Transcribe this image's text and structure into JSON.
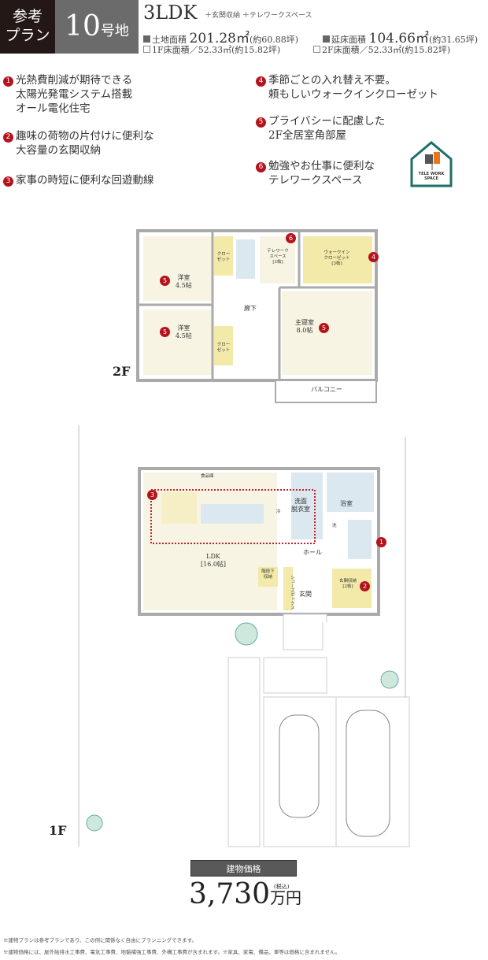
{
  "header": {
    "badge_line1": "参考",
    "badge_line2": "プラン",
    "lot_number": "10",
    "lot_suffix": "号地",
    "layout": "3LDK",
    "options": "＋玄関収納 ＋テレワークスペース",
    "land_area_label": "土地面積",
    "land_area": "201.28㎡",
    "land_area_tsubo": "(約60.88坪)",
    "total_floor_label": "延床面積",
    "total_floor": "104.66㎡",
    "total_floor_tsubo": "(約31.65坪)",
    "floor1": "1F床面積／52.33㎡(約15.82坪)",
    "floor2": "2F床面積／52.33㎡(約15.82坪)"
  },
  "features": [
    {
      "num": "1",
      "lines": [
        "光熱費削減が期待できる",
        "太陽光発電システム搭載",
        "オール電化住宅"
      ]
    },
    {
      "num": "2",
      "lines": [
        "趣味の荷物の片付けに便利な",
        "大容量の玄関収納"
      ]
    },
    {
      "num": "3",
      "lines": [
        "家事の時短に便利な回遊動線"
      ]
    },
    {
      "num": "4",
      "lines": [
        "季節ごとの入れ替え不要。",
        "頼もしいウォークインクローゼット"
      ]
    },
    {
      "num": "5",
      "lines": [
        "プライバシーに配慮した",
        "2F全居室角部屋"
      ]
    },
    {
      "num": "6",
      "lines": [
        "勉強やお仕事に便利な",
        "テレワークスペース"
      ]
    }
  ],
  "telework_icon": {
    "line1": "TELE WORK",
    "line2": "SPACE"
  },
  "floor2": {
    "label": "2F",
    "rooms": {
      "western1": "洋室\n4.5帖",
      "western2": "洋室\n4.5帖",
      "closet1": "クロー\nゼット",
      "closet2": "クロー\nゼット",
      "telework": "テレワーク\nスペース\n[2帖]",
      "wic": "ウォークイン\nクローゼット\n[3帖]",
      "hall": "廊下",
      "master": "主寝室\n8.0帖",
      "balcony": "バルコニー"
    }
  },
  "floor1": {
    "label": "1F",
    "rooms": {
      "ldk": "LDK\n[16.0帖]",
      "washroom": "洗面\n脱衣室",
      "bath": "浴室",
      "hall": "ホール",
      "entrance": "玄関",
      "entrance_storage": "玄関収納\n[2帖]",
      "under_stairs": "階段下\n収納",
      "pantry": "食品庫",
      "shoe": "シューズボックス",
      "wash": "洗",
      "fridge": "冷"
    }
  },
  "price": {
    "label": "建物価格",
    "amount": "3,730",
    "unit": "万円",
    "tax": "(税込)"
  },
  "notes": [
    "※建物プランは参考プランであり、この例に関係なく自由にプランニングできます。",
    "※建物価格には、屋外給排水工事費、電気工事費、地盤補強工事費、外構工事費が含まれます。※家具、家電、備品、車等は価格に含まれません。"
  ],
  "colors": {
    "accent": "#b5121b",
    "badge_dark": "#231815",
    "badge_gray": "#6b6b6b",
    "room_fill": "#f8f4e3",
    "storage_fill": "#f3eaa9",
    "wet_fill": "#dce8f0",
    "telework_green": "#1d6f6a"
  }
}
